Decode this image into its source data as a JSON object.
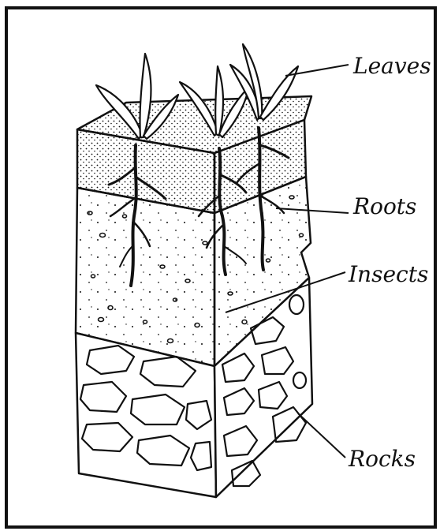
{
  "labels": {
    "leaves": "Leaves",
    "roots": "Roots",
    "insects": "Insects",
    "rocks": "Rocks"
  },
  "colors": {
    "ink": "#111111",
    "background": "#ffffff"
  }
}
